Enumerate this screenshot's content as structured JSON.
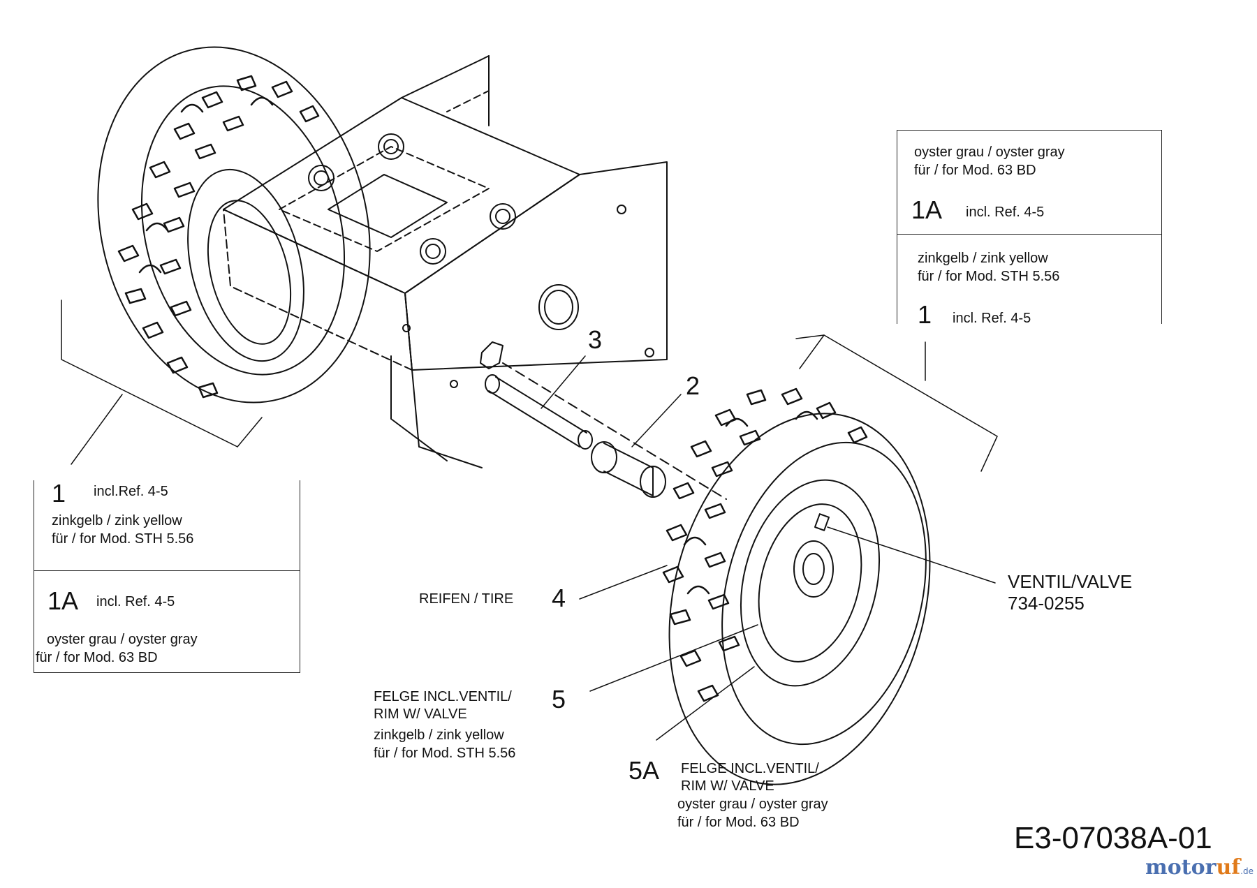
{
  "diagram_code": "E3-07038A-01",
  "watermark": {
    "text_a": "motor",
    "text_b": "uf",
    "text_c": ".de"
  },
  "colors": {
    "line": "#111111",
    "watermark_blue": "#4a6fb0",
    "watermark_orange": "#e07a1a"
  },
  "legend_left": {
    "part1": {
      "ref": "1",
      "incl": "incl.Ref. 4-5",
      "color": "zinkgelb / zink yellow",
      "model": "für / for Mod.  STH 5.56"
    },
    "part1a": {
      "ref": "1A",
      "incl": "incl. Ref. 4-5",
      "color": "oyster grau / oyster gray",
      "model": "für / for Mod.  63 BD"
    }
  },
  "legend_right": {
    "part1a": {
      "color": "oyster grau / oyster gray",
      "model": "für / for Mod.  63 BD",
      "ref": "1A",
      "incl": "incl. Ref. 4-5"
    },
    "part1": {
      "color": "zinkgelb / zink yellow",
      "model": "für / for Mod.  STH 5.56",
      "ref": "1",
      "incl": "incl. Ref. 4-5"
    }
  },
  "callouts": {
    "ref2": "2",
    "ref3": "3",
    "ref4": {
      "ref": "4",
      "label": "REIFEN /  TIRE"
    },
    "ref5": {
      "ref": "5",
      "label1": "FELGE INCL.VENTIL/",
      "label2": "RIM  W/ VALVE",
      "color": "zinkgelb / zink yellow",
      "model": "für / for Mod.  STH 5.56"
    },
    "ref5a": {
      "ref": "5A",
      "label1": "FELGE INCL.VENTIL/",
      "label2": "RIM  W/ VALVE",
      "color": "oyster grau / oyster gray",
      "model": "für / for Mod.  63 BD"
    },
    "valve": {
      "label": "VENTIL/VALVE",
      "part": "734-0255"
    }
  }
}
